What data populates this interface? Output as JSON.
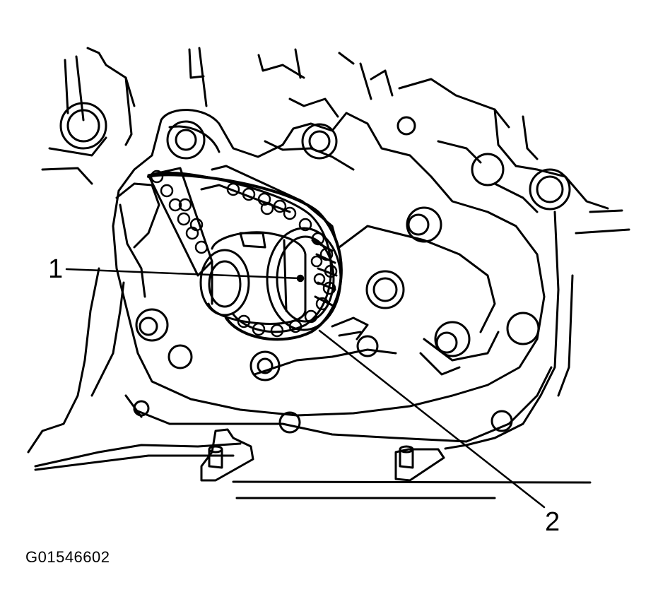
{
  "figure": {
    "callouts": [
      {
        "id": "1",
        "text": "1"
      },
      {
        "id": "2",
        "text": "2"
      }
    ],
    "figure_code": "G01546602"
  },
  "colors": {
    "line": "#000000",
    "background": "#ffffff"
  }
}
